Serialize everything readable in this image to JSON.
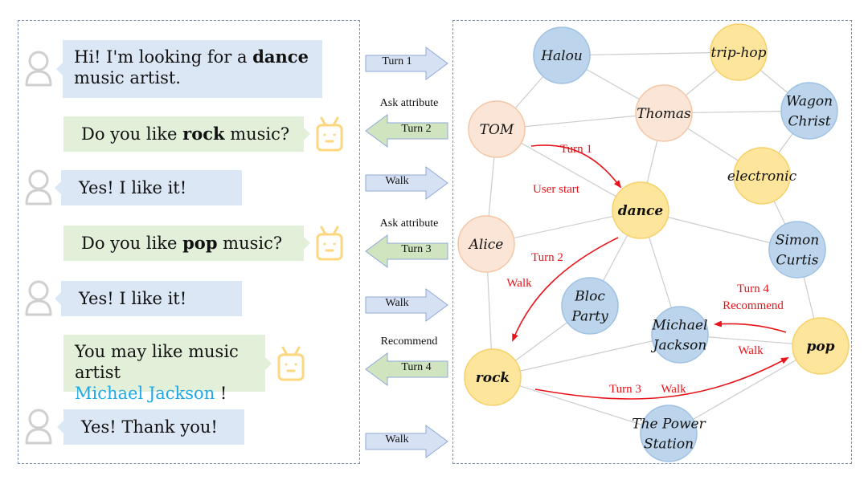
{
  "chat": {
    "messages": [
      {
        "role": "user",
        "parts": [
          {
            "t": "Hi! I'm looking for a "
          },
          {
            "t": "dance",
            "style": "bold"
          },
          {
            "t": "\n music artist."
          }
        ]
      },
      {
        "role": "bot",
        "parts": [
          {
            "t": "Do you like "
          },
          {
            "t": "rock",
            "style": "bold"
          },
          {
            "t": " music?"
          }
        ]
      },
      {
        "role": "user",
        "parts": [
          {
            "t": "Yes! I like it!"
          }
        ]
      },
      {
        "role": "bot",
        "parts": [
          {
            "t": "Do you like "
          },
          {
            "t": "pop",
            "style": "bold"
          },
          {
            "t": " music?"
          }
        ]
      },
      {
        "role": "user",
        "parts": [
          {
            "t": "Yes! I like it!"
          }
        ]
      },
      {
        "role": "bot",
        "parts": [
          {
            "t": "You may like music artist\n"
          },
          {
            "t": "Michael Jackson",
            "style": "highlight"
          },
          {
            "t": " !"
          }
        ]
      },
      {
        "role": "user",
        "parts": [
          {
            "t": "Yes! Thank you!"
          }
        ]
      }
    ],
    "user_icon": "user-avatar-icon",
    "bot_icon": "robot-icon"
  },
  "arrows": [
    {
      "direction": "right",
      "label": "Turn 1",
      "caption": ""
    },
    {
      "direction": "left",
      "label": "Turn 2",
      "caption": "Ask attribute"
    },
    {
      "direction": "right",
      "label": "Walk",
      "caption": ""
    },
    {
      "direction": "left",
      "label": "Turn 3",
      "caption": "Ask attribute"
    },
    {
      "direction": "right",
      "label": "Walk",
      "caption": ""
    },
    {
      "direction": "left",
      "label": "Turn 4",
      "caption": "Recommend"
    },
    {
      "direction": "right",
      "label": "Walk",
      "caption": ""
    }
  ],
  "graph": {
    "colors": {
      "user_fill": "#fbe5d6",
      "user_stroke": "#f4c6a5",
      "attribute_fill": "#fde59b",
      "attribute_stroke": "#f6d06a",
      "item_fill": "#bcd5ec",
      "item_stroke": "#9fc1e3",
      "edge": "#cccccc",
      "path": "#e8141c",
      "highlight_text": "#1fa8e6",
      "user_arrow_fill": "#d6e1f3",
      "bot_arrow_fill": "#cfe4bf",
      "arrow_stroke": "#8fa9d9"
    },
    "nodes": [
      {
        "id": "halou",
        "lines": [
          "Halou"
        ],
        "type": "item"
      },
      {
        "id": "triphop",
        "lines": [
          "trip-hop"
        ],
        "type": "attribute"
      },
      {
        "id": "thomas",
        "lines": [
          "Thomas"
        ],
        "type": "user"
      },
      {
        "id": "wagon",
        "lines": [
          "Wagon",
          "Christ"
        ],
        "type": "item"
      },
      {
        "id": "tom",
        "lines": [
          "TOM"
        ],
        "type": "user"
      },
      {
        "id": "electronic",
        "lines": [
          "electronic"
        ],
        "type": "attribute"
      },
      {
        "id": "dance",
        "lines": [
          "dance"
        ],
        "type": "attribute",
        "bold": true
      },
      {
        "id": "alice",
        "lines": [
          "Alice"
        ],
        "type": "user"
      },
      {
        "id": "simon",
        "lines": [
          "Simon",
          "Curtis"
        ],
        "type": "item"
      },
      {
        "id": "bloc",
        "lines": [
          "Bloc",
          "Party"
        ],
        "type": "item"
      },
      {
        "id": "mj",
        "lines": [
          "Michael",
          "Jackson"
        ],
        "type": "item",
        "highlight": true
      },
      {
        "id": "pop",
        "lines": [
          "pop"
        ],
        "type": "attribute",
        "bold": true
      },
      {
        "id": "rock",
        "lines": [
          "rock"
        ],
        "type": "attribute",
        "bold": true
      },
      {
        "id": "power",
        "lines": [
          "The Power",
          "Station"
        ],
        "type": "item"
      }
    ],
    "edges": [
      [
        "halou",
        "triphop"
      ],
      [
        "halou",
        "thomas"
      ],
      [
        "halou",
        "tom"
      ],
      [
        "triphop",
        "thomas"
      ],
      [
        "triphop",
        "wagon"
      ],
      [
        "thomas",
        "tom"
      ],
      [
        "thomas",
        "wagon"
      ],
      [
        "thomas",
        "electronic"
      ],
      [
        "thomas",
        "dance"
      ],
      [
        "wagon",
        "electronic"
      ],
      [
        "electronic",
        "simon"
      ],
      [
        "tom",
        "dance"
      ],
      [
        "tom",
        "alice"
      ],
      [
        "dance",
        "alice"
      ],
      [
        "dance",
        "simon"
      ],
      [
        "dance",
        "bloc"
      ],
      [
        "dance",
        "mj"
      ],
      [
        "alice",
        "rock"
      ],
      [
        "simon",
        "pop"
      ],
      [
        "bloc",
        "rock"
      ],
      [
        "mj",
        "rock"
      ],
      [
        "mj",
        "pop"
      ],
      [
        "rock",
        "power"
      ],
      [
        "pop",
        "power"
      ]
    ],
    "paths": [
      {
        "from": "tom",
        "to": "dance",
        "labels": [
          "Turn 1",
          "User start"
        ]
      },
      {
        "from": "dance",
        "to": "rock",
        "labels": [
          "Turn 2",
          "Walk"
        ]
      },
      {
        "from": "rock",
        "to": "pop",
        "labels": [
          "Turn 3",
          "Walk"
        ]
      },
      {
        "from": "pop",
        "to": "mj",
        "labels": [
          "Turn 4",
          "Recommend",
          "Walk"
        ]
      }
    ]
  }
}
